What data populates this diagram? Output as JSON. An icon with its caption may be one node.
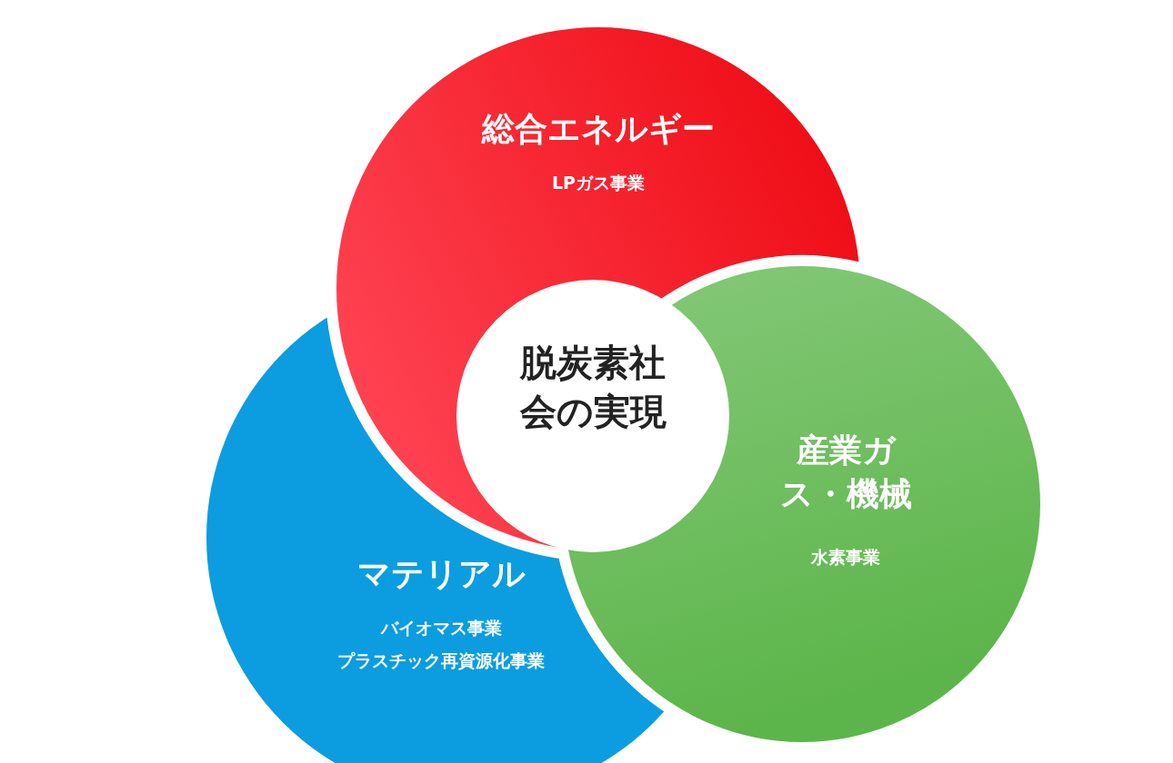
{
  "diagram": {
    "nodes": [
      {
        "text": [
          "総合エネルギー",
          "LPガス事業"
        ]
      },
      {
        "text": [
          "脱炭素社会の実現"
        ]
      },
      {
        "text": [
          "産業ガス・機械",
          "水素事業"
        ]
      },
      {
        "text": [
          "マテリアル",
          "バイオマス事業",
          "プラスチック再資源化事業"
        ]
      }
    ],
    "edges": []
  }
}
